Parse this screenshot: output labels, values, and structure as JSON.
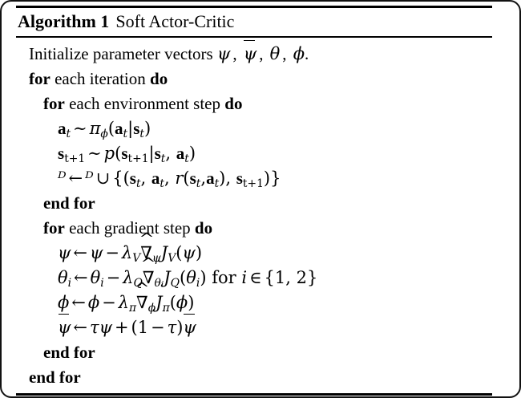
{
  "document": {
    "type": "algorithm-pseudocode-block",
    "title_keyword": "Algorithm 1",
    "title_name": "Soft Actor-Critic",
    "title_full": "Algorithm 1 Soft Actor-Critic"
  },
  "lines": [
    {
      "id": "line-initialize",
      "indent": 0,
      "text": "Initialize parameter vectors ψ, ψ̄, θ, ϕ."
    },
    {
      "id": "line-for-iteration",
      "indent": 0,
      "text": "for each iteration do",
      "keywords": [
        "for",
        "do"
      ]
    },
    {
      "id": "line-for-env-step",
      "indent": 1,
      "text": "for each environment step do",
      "keywords": [
        "for",
        "do"
      ]
    },
    {
      "id": "line-sample-action",
      "indent": 2,
      "text": "a_t ~ π_ϕ(a_t|s_t)"
    },
    {
      "id": "line-sample-state",
      "indent": 2,
      "text": "s_{t+1} ~ p(s_{t+1}|s_t, a_t)"
    },
    {
      "id": "line-replay-buffer",
      "indent": 2,
      "text": "D ← D ∪ {(s_t, a_t, r(s_t, a_t), s_{t+1})}"
    },
    {
      "id": "line-end-for-env",
      "indent": 1,
      "text": "end for",
      "keywords": [
        "end for"
      ]
    },
    {
      "id": "line-for-grad-step",
      "indent": 1,
      "text": "for each gradient step do",
      "keywords": [
        "for",
        "do"
      ]
    },
    {
      "id": "line-update-psi",
      "indent": 2,
      "text": "ψ ← ψ − λ_V ∇̂_ψ J_V(ψ)"
    },
    {
      "id": "line-update-theta",
      "indent": 2,
      "text": "θ_i ← θ_i − λ_Q ∇̂_{θ_i} J_Q(θ_i) for i ∈ {1, 2}"
    },
    {
      "id": "line-update-phi",
      "indent": 2,
      "text": "ϕ ← ϕ − λ_π ∇̂_ϕ J_π(ϕ)"
    },
    {
      "id": "line-update-psi-bar",
      "indent": 2,
      "text": "ψ̄ ← τψ + (1 − τ)ψ̄"
    },
    {
      "id": "line-end-for-grad",
      "indent": 1,
      "text": "end for",
      "keywords": [
        "end for"
      ]
    },
    {
      "id": "line-end-for-outer",
      "indent": 0,
      "text": "end for",
      "keywords": [
        "end for"
      ]
    }
  ],
  "tokens": {
    "initialize": "Initialize parameter vectors",
    "comma": ",",
    "period": ".",
    "for": "for",
    "each_iteration": "each iteration",
    "each_environment_step": "each environment step",
    "each_gradient_step": "each gradient step",
    "do": "do",
    "end_for": "end for",
    "for_plain": "for",
    "psi": "ψ",
    "theta": "θ",
    "phi": "ϕ",
    "pi": "π",
    "tau": "τ",
    "lambda": "λ",
    "nabla": "∇",
    "cal_d": "ᴰ",
    "sim": "∼",
    "gets": "←",
    "cup": "∪",
    "in": "∈",
    "minus": "−",
    "plus": "+",
    "mid": "|",
    "a": "a",
    "s": "s",
    "p": "p",
    "r": "r",
    "J": "J",
    "V": "V",
    "Q": "Q",
    "i": "i",
    "t": "t",
    "t_plus_1": "t+1",
    "one": "1",
    "two": "2",
    "lparen": "(",
    "rparen": ")",
    "lbrace": "{",
    "rbrace": "}"
  },
  "colors": {
    "text": "#000000",
    "background": "#ffffff",
    "rule": "#000000",
    "frame": "#111111"
  }
}
